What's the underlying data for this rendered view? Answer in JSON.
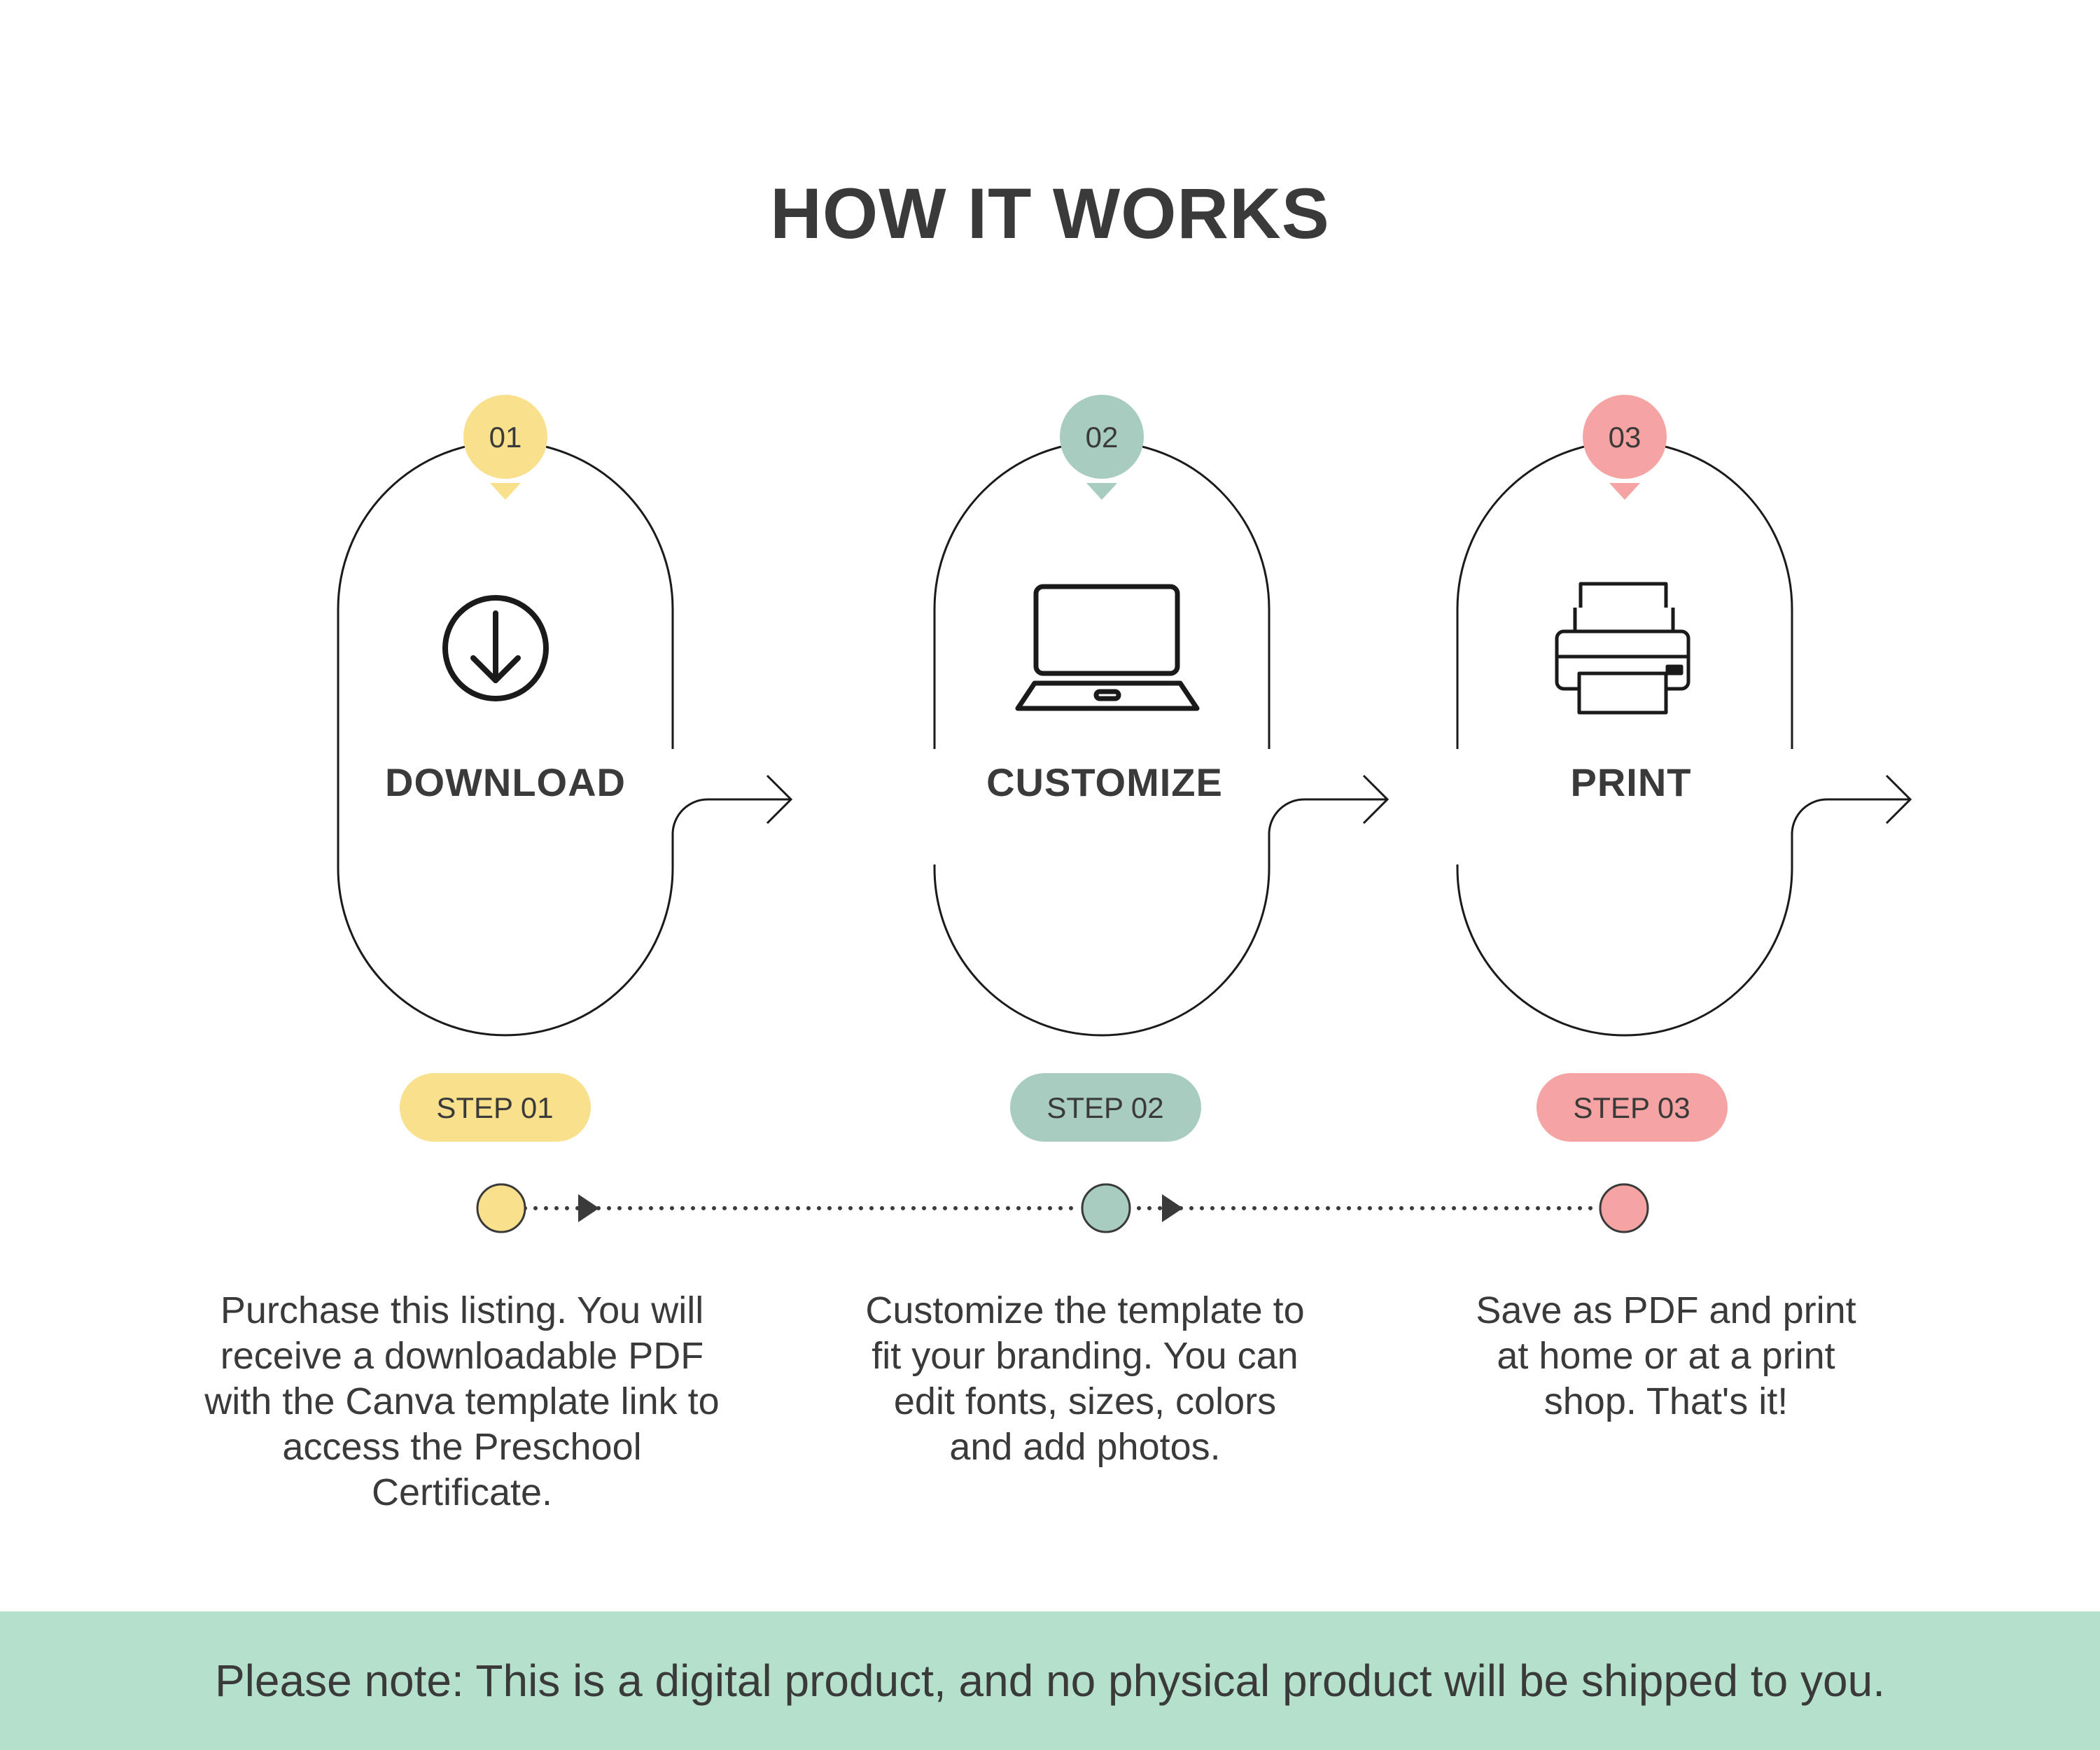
{
  "title": "HOW IT WORKS",
  "colors": {
    "step1": "#f8e08d",
    "step2": "#a8cdc0",
    "step3": "#f5a3a3",
    "footer_bg": "#b5e0cc",
    "text": "#3a3a3a"
  },
  "steps": [
    {
      "number": "01",
      "name": "DOWNLOAD",
      "pill": "STEP 01",
      "icon": "download-circle-icon",
      "description": "Purchase this listing. You will\nreceive a downloadable PDF\nwith the Canva template link to\naccess the Preschool\nCertificate."
    },
    {
      "number": "02",
      "name": "CUSTOMIZE",
      "pill": "STEP 02",
      "icon": "laptop-icon",
      "description": "Customize the template to\nfit your branding. You can\nedit fonts, sizes, colors\nand add photos."
    },
    {
      "number": "03",
      "name": "PRINT",
      "pill": "STEP 03",
      "icon": "printer-icon",
      "description": "Save as PDF and print\nat home or at a print\nshop. That's it!"
    }
  ],
  "footer": {
    "note": "Please note: This is a digital product, and no physical product will be shipped to you."
  }
}
